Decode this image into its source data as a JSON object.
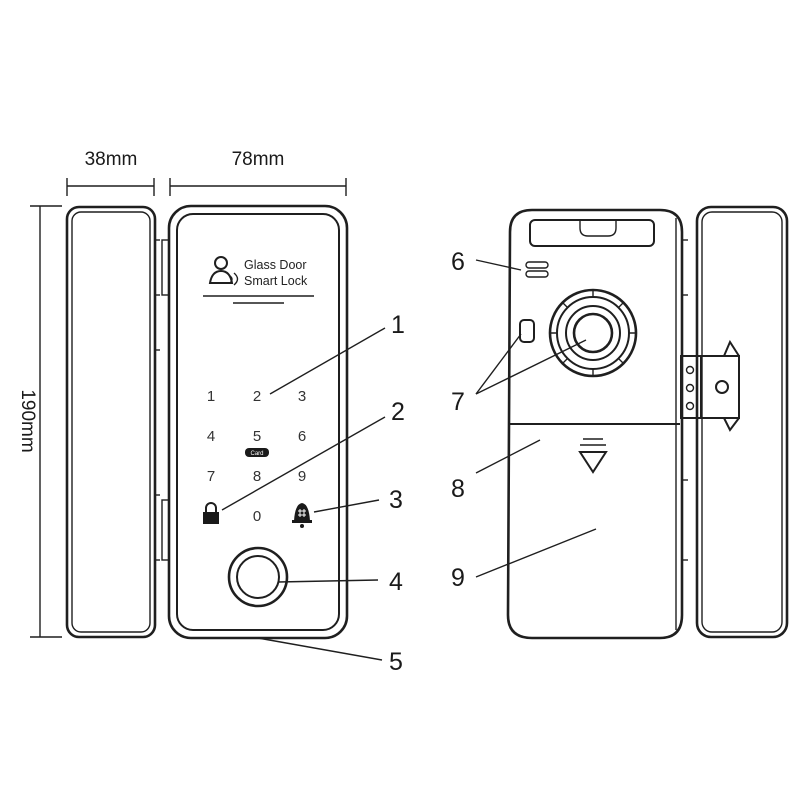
{
  "dimensions": {
    "depth": "38mm",
    "width": "78mm",
    "height": "190mm"
  },
  "front_panel": {
    "brand_line1": "Glass Door",
    "brand_line2": "Smart Lock",
    "card_mark": "Card",
    "keypad": [
      "1",
      "2",
      "3",
      "4",
      "5",
      "6",
      "7",
      "8",
      "9",
      "0"
    ]
  },
  "callouts": [
    "1",
    "2",
    "3",
    "4",
    "5",
    "6",
    "7",
    "8",
    "9"
  ],
  "icons": {
    "lock": "lock-icon",
    "bell": "doorbell-icon",
    "user": "user-wireless-icon",
    "fingerprint": "fingerprint-sensor-icon",
    "knob": "rotary-knob-icon"
  }
}
